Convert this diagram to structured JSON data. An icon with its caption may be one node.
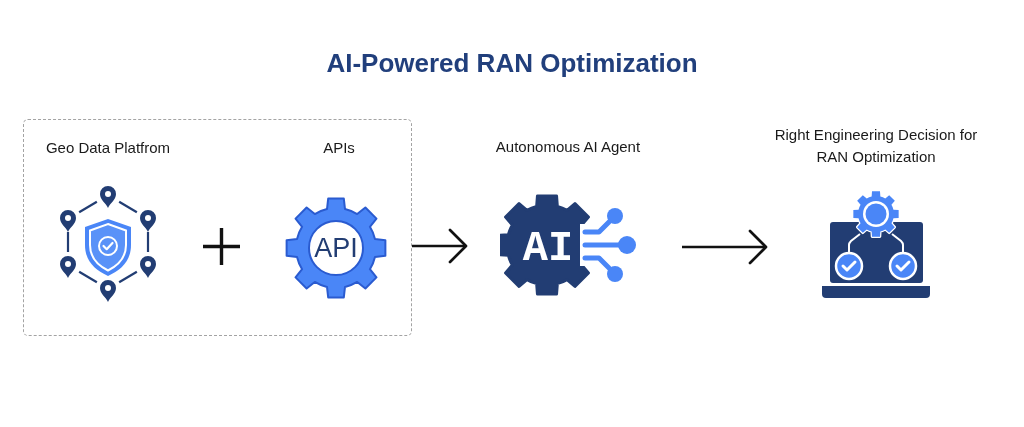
{
  "diagram": {
    "title": "AI-Powered RAN Optimization",
    "nodes": [
      {
        "text": [],
        "shape": "box"
      },
      {
        "text": [
          "Geo Data Platfrom"
        ],
        "in": 0
      },
      {
        "text": [
          "APIs",
          "API"
        ],
        "in": 0
      },
      {
        "text": [
          "Autonomous AI Agent",
          "AI"
        ]
      },
      {
        "text": [
          "Right Engineering Decision for RAN Optimization"
        ]
      }
    ],
    "edges": [
      {
        "from": 0,
        "to": 3,
        "arrow": "to"
      },
      {
        "from": 3,
        "to": 4,
        "arrow": "to"
      }
    ]
  }
}
